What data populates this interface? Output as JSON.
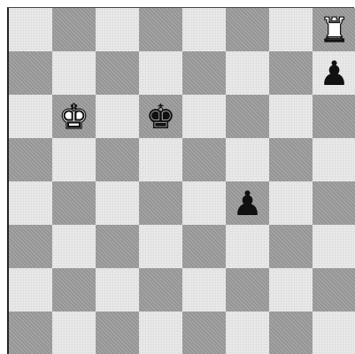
{
  "board": {
    "light_color": "#e9e9e9",
    "dark_color": "#a3a3a3",
    "top_left_square": "light",
    "pieces": [
      {
        "row": 0,
        "col": 7,
        "type": "rook",
        "color": "white",
        "glyph": "♜"
      },
      {
        "row": 1,
        "col": 7,
        "type": "pawn",
        "color": "black",
        "glyph": "♟"
      },
      {
        "row": 2,
        "col": 1,
        "type": "king",
        "color": "white",
        "glyph": "♚"
      },
      {
        "row": 2,
        "col": 3,
        "type": "king",
        "color": "black",
        "glyph": "♚"
      },
      {
        "row": 4,
        "col": 5,
        "type": "pawn",
        "color": "black",
        "glyph": "♟"
      }
    ]
  }
}
